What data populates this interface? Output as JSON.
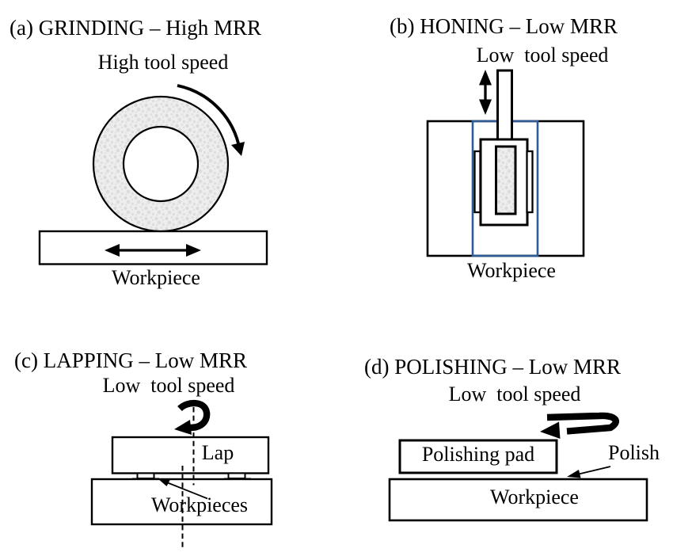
{
  "figure": {
    "type": "process-comparison-diagram",
    "topic": "Abrasive finishing processes and material removal rate (MRR)"
  },
  "colors": {
    "ink": "#000000",
    "bore_blue": "#2F5B96",
    "grit_base": "#eeeeee",
    "grit_dot": "#d8d8d8"
  },
  "panels": {
    "grinding": {
      "title": "(a) GRINDING – High MRR",
      "subtitle": "High tool speed",
      "workpiece_label": "Workpiece"
    },
    "honing": {
      "title": "(b) HONING – Low MRR",
      "subtitle": "Low  tool speed",
      "workpiece_label": "Workpiece"
    },
    "lapping": {
      "title": "(c) LAPPING – Low MRR",
      "subtitle": "Low  tool speed",
      "lap_label": "Lap",
      "workpieces_label": "Workpieces"
    },
    "polishing": {
      "title": "(d) POLISHING – Low MRR",
      "subtitle": "Low  tool speed",
      "pad_label": "Polishing pad",
      "polish_label": "Polish",
      "workpiece_label": "Workpiece"
    }
  }
}
